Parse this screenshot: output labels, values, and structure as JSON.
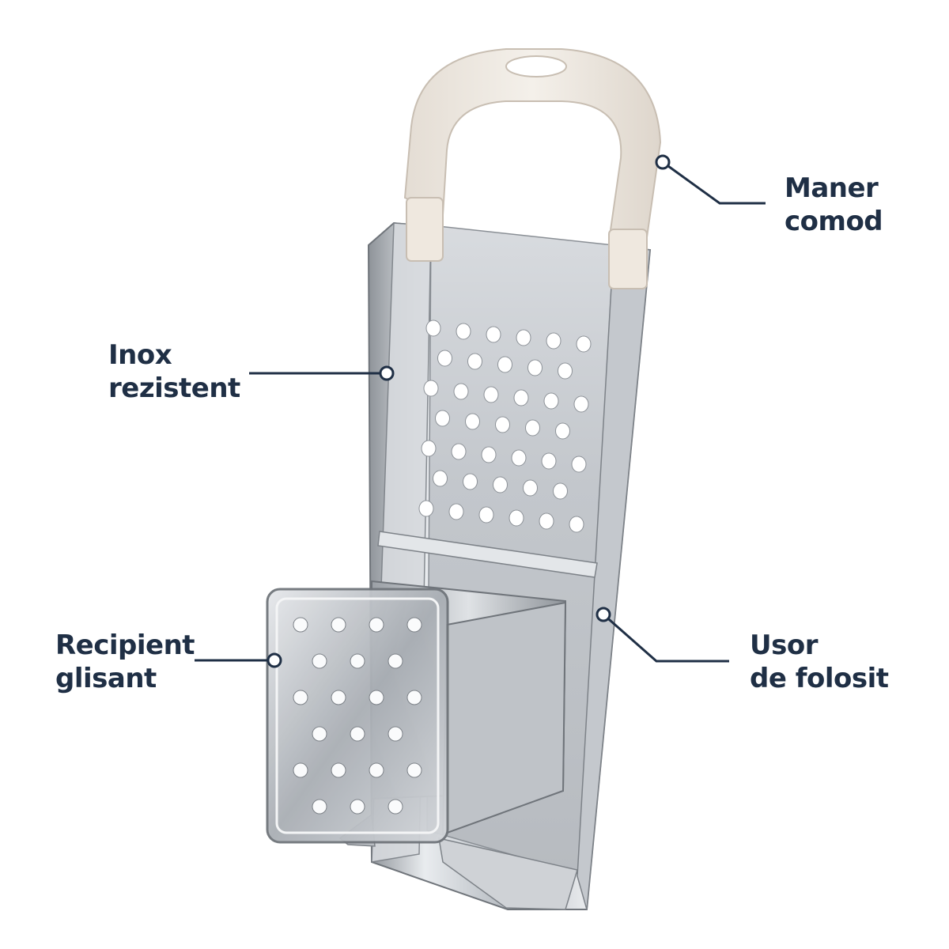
{
  "callouts": {
    "handle": {
      "line1": "Maner",
      "line2": "comod"
    },
    "steel": {
      "line1": "Inox",
      "line2": "rezistent"
    },
    "container": {
      "line1": "Recipient",
      "line2": "glisant"
    },
    "easy": {
      "line1": "Usor",
      "line2": "de folosit"
    }
  },
  "colors": {
    "label_text": "#1f2f45",
    "leader_line": "#1f2f45",
    "handle": "#efe9e2",
    "steel": "#c9cdd2"
  }
}
